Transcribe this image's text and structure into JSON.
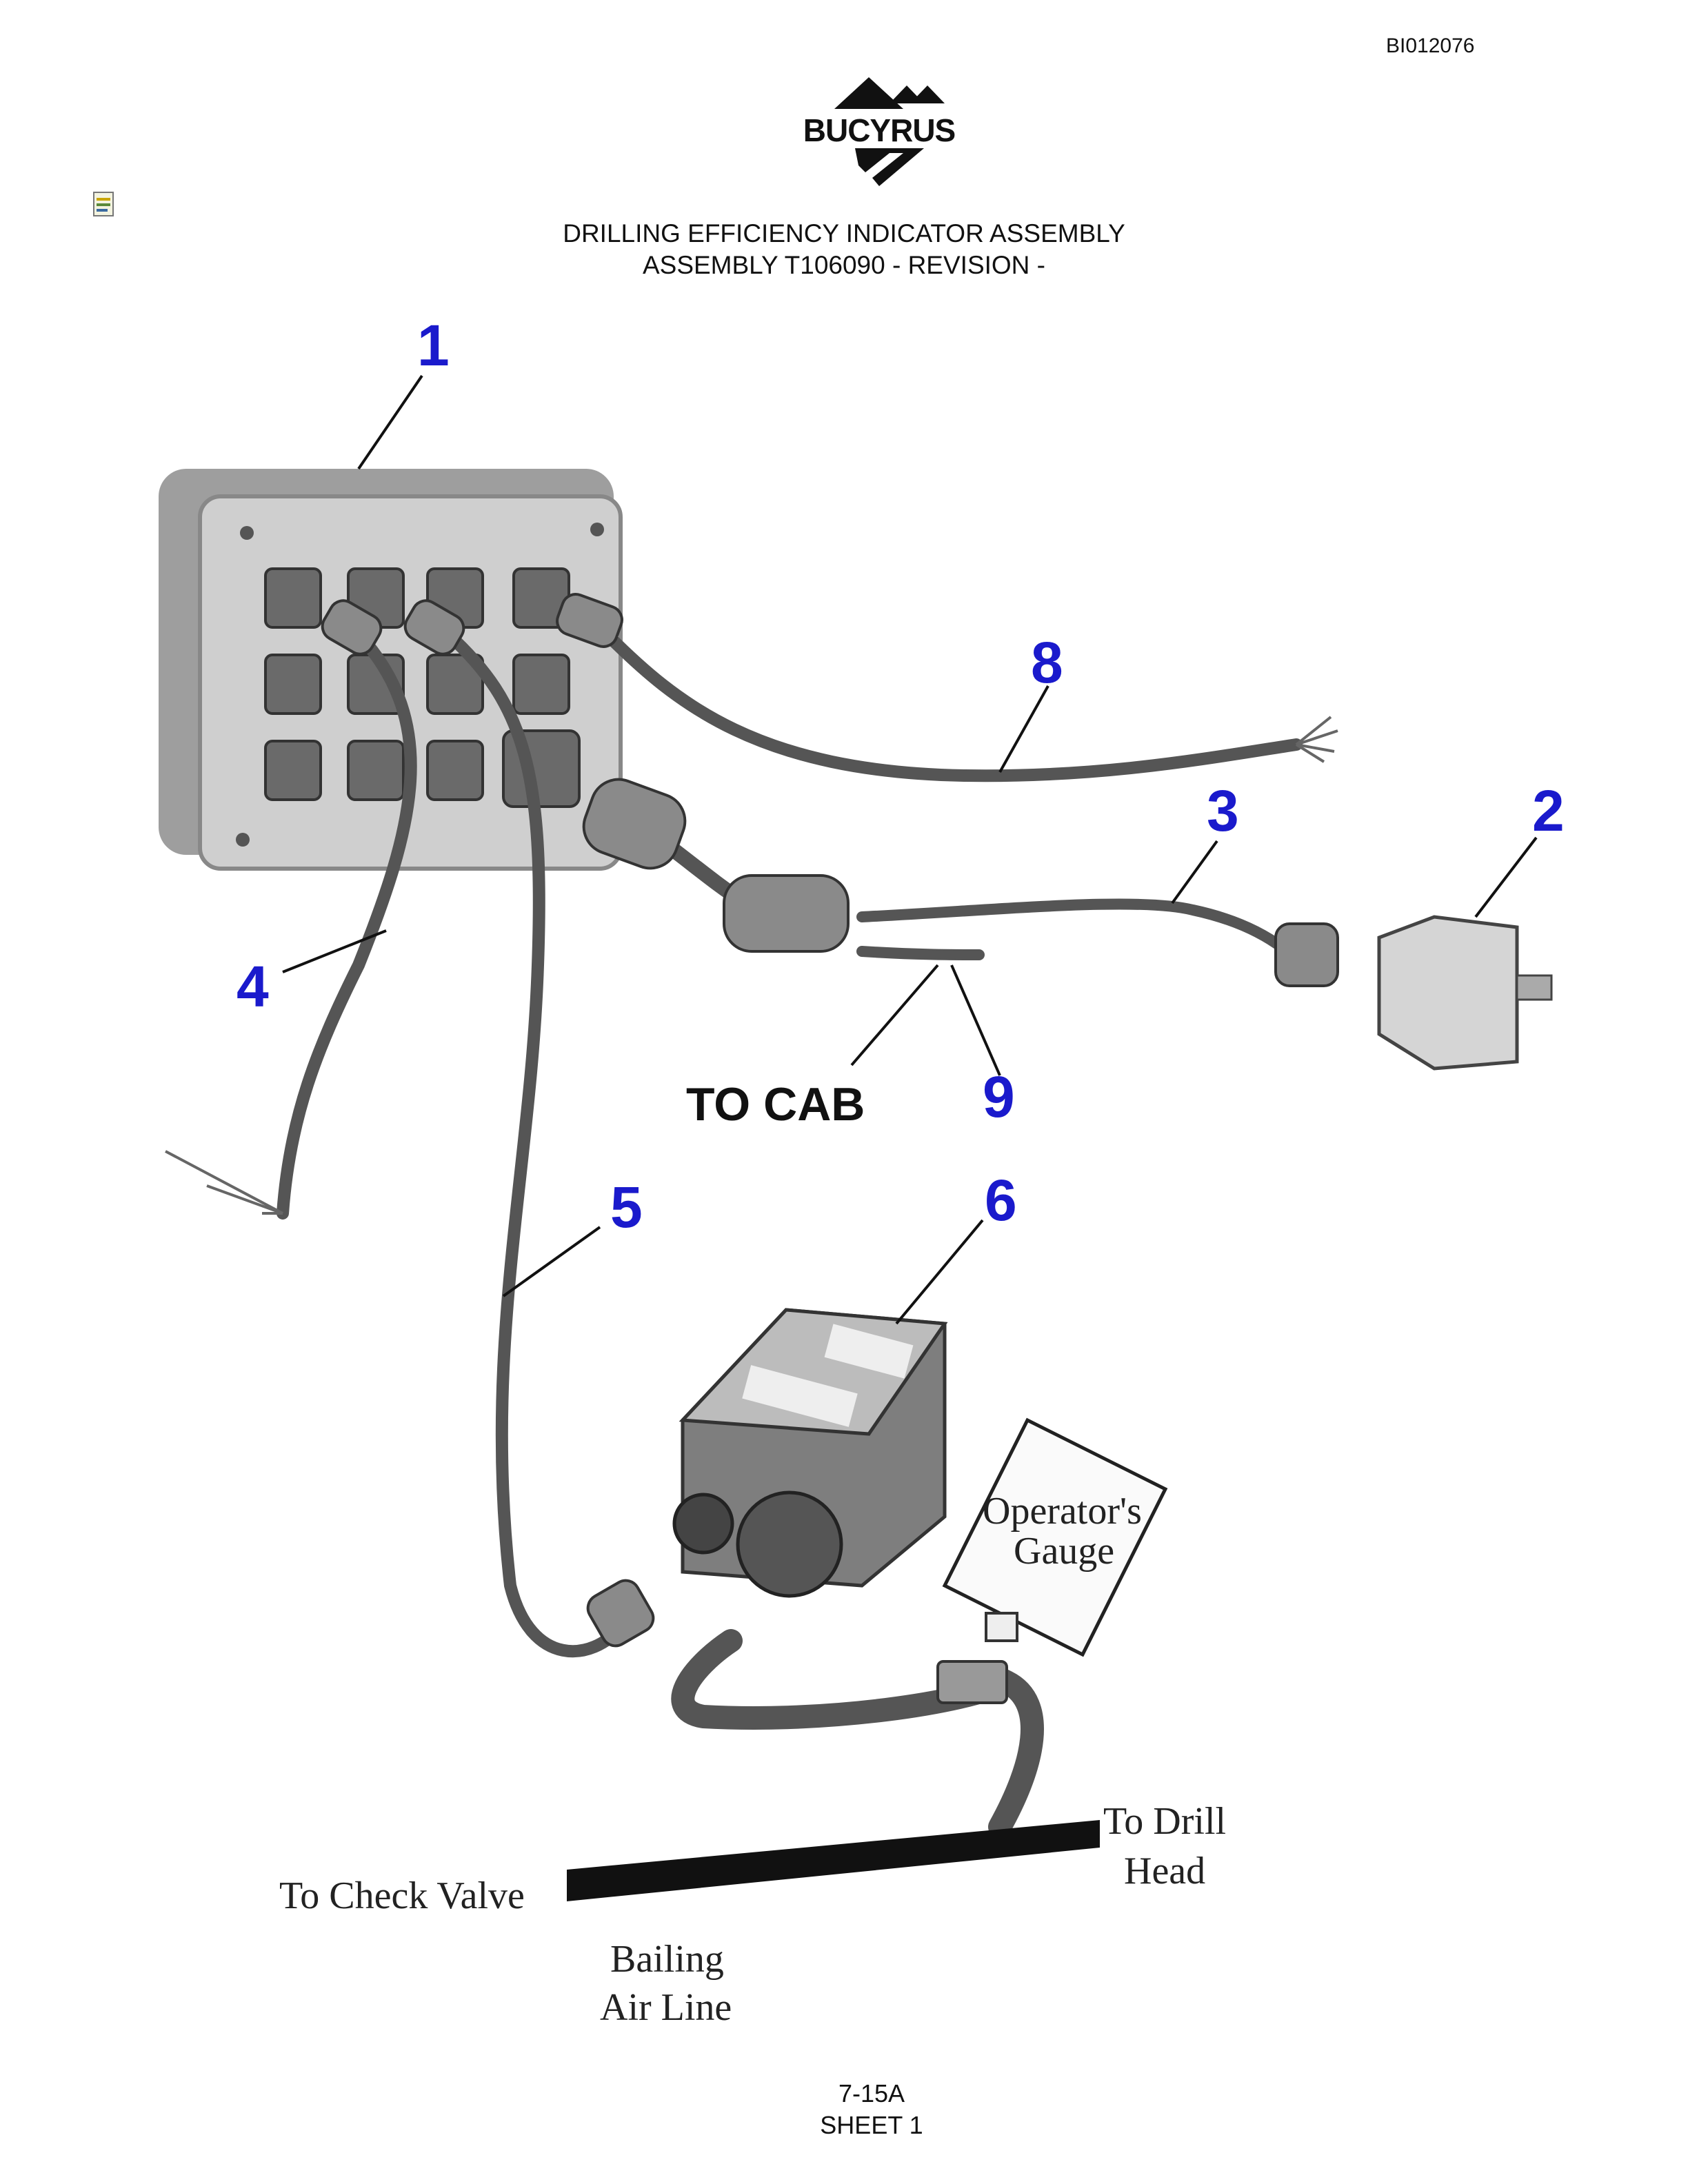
{
  "document_id": "BI012076",
  "brand": {
    "name": "BUCYRUS"
  },
  "title": {
    "line1": "DRILLING EFFICIENCY INDICATOR ASSEMBLY",
    "line2": "ASSEMBLY T106090 - REVISION -"
  },
  "callouts": [
    "1",
    "2",
    "3",
    "4",
    "5",
    "6",
    "8",
    "9"
  ],
  "labels": {
    "to_cab": "TO CAB",
    "operators_gauge_line1": "Operator's",
    "operators_gauge_line2": "Gauge",
    "to_drill_head_line1": "To Drill",
    "to_drill_head_line2": "Head",
    "to_check_valve": "To Check Valve",
    "bailing_air_line_line1": "Bailing",
    "bailing_air_line_line2": "Air Line"
  },
  "footer": {
    "page": "7-15A",
    "sheet": "SHEET 1"
  },
  "colors": {
    "callout": "#1a1acc",
    "cable": "#555555",
    "box": "#bdbdbd"
  }
}
